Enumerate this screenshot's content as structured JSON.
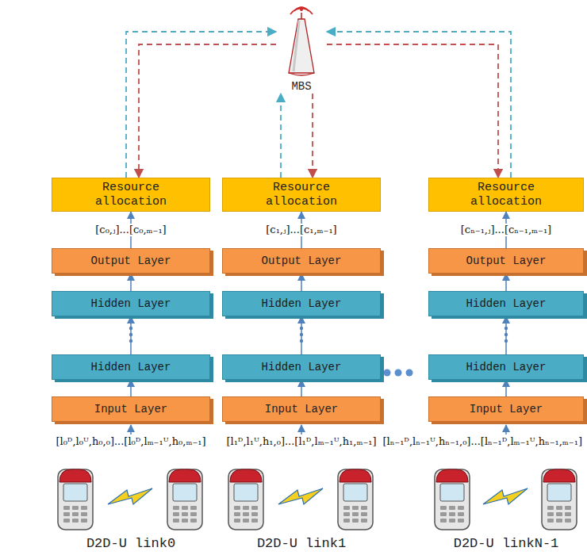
{
  "diagram": {
    "nodes": [
      {
        "text": [
          "MBS"
        ]
      },
      {
        "text": [
          "Resource allocation"
        ]
      },
      {
        "text": [
          "Output Layer"
        ]
      },
      {
        "text": [
          "Hidden Layer"
        ]
      },
      {
        "text": [
          "Hidden Layer"
        ]
      },
      {
        "text": [
          "Input Layer"
        ]
      },
      {
        "text": [
          "Resource allocation"
        ]
      },
      {
        "text": [
          "Output Layer"
        ]
      },
      {
        "text": [
          "Hidden Layer"
        ]
      },
      {
        "text": [
          "Hidden Layer"
        ]
      },
      {
        "text": [
          "Input Layer"
        ]
      },
      {
        "text": [
          "Resource allocation"
        ]
      },
      {
        "text": [
          "Output Layer"
        ]
      },
      {
        "text": [
          "Hidden Layer"
        ]
      },
      {
        "text": [
          "Hidden Layer"
        ]
      },
      {
        "text": [
          "Input Layer"
        ]
      }
    ],
    "edges": [
      {
        "from": 5,
        "to": 4,
        "arrow": "to"
      },
      {
        "from": 4,
        "to": 3,
        "arrow": "to"
      },
      {
        "from": 3,
        "to": 2,
        "arrow": "to"
      },
      {
        "from": 2,
        "to": 1,
        "label": "[c₀,ⱼ]...[c₀,ₘ₋₁]",
        "arrow": "to"
      },
      {
        "from": 1,
        "to": 0,
        "arrow": "to"
      },
      {
        "from": 0,
        "to": 1,
        "arrow": "to"
      },
      {
        "from": 10,
        "to": 9,
        "arrow": "to"
      },
      {
        "from": 9,
        "to": 8,
        "arrow": "to"
      },
      {
        "from": 8,
        "to": 7,
        "arrow": "to"
      },
      {
        "from": 7,
        "to": 6,
        "label": "[c₁,ⱼ]...[c₁,ₘ₋₁]",
        "arrow": "to"
      },
      {
        "from": 6,
        "to": 0,
        "arrow": "to"
      },
      {
        "from": 0,
        "to": 6,
        "arrow": "to"
      },
      {
        "from": 15,
        "to": 14,
        "arrow": "to"
      },
      {
        "from": 14,
        "to": 13,
        "arrow": "to"
      },
      {
        "from": 13,
        "to": 12,
        "arrow": "to"
      },
      {
        "from": 12,
        "to": 11,
        "label": "[cₙ₋₁,ⱼ]...[cₙ₋₁,ₘ₋₁]",
        "arrow": "to"
      },
      {
        "from": 11,
        "to": 0,
        "arrow": "to"
      },
      {
        "from": 0,
        "to": 11,
        "arrow": "to"
      }
    ],
    "labels": [
      "[l₀ᴰ,l₀ᵁ,h₀,₀]...[l₀ᴰ,lₘ₋₁ᵁ,h₀,ₘ₋₁]",
      "D2D-U link0",
      "[l₁ᴰ,l₁ᵁ,h₁,₀]...[l₁ᴰ,lₘ₋₁ᵁ,h₁,ₘ₋₁]",
      "D2D-U link1",
      "[lₙ₋₁ᴰ,lₙ₋₁ᵁ,hₙ₋₁,₀]...[lₙ₋₁ᴰ,lₘ₋₁ᵁ,hₙ₋₁,ₘ₋₁]",
      "D2D-U linkN-1"
    ]
  }
}
